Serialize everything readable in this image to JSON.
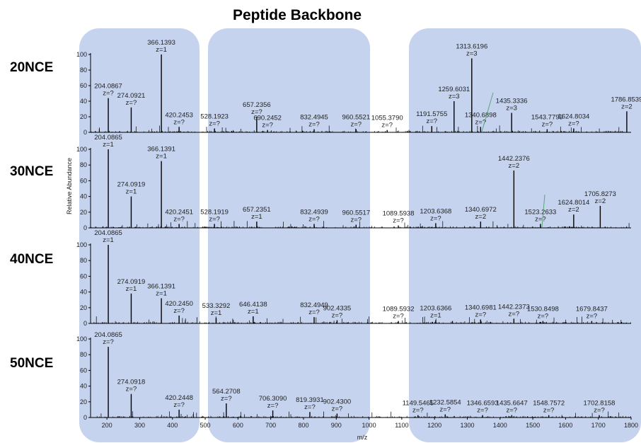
{
  "title": "Peptide Backbone",
  "ylabel": "Relative Abundance",
  "xlabel": "m/z",
  "x_ticks": [
    200,
    300,
    400,
    500,
    600,
    700,
    800,
    900,
    1000,
    1100,
    1200,
    1300,
    1400,
    1500,
    1600,
    1700,
    1800
  ],
  "y_ticks": [
    0,
    20,
    40,
    60,
    80,
    100
  ],
  "colors": {
    "highlight": "#c5d3ee",
    "spectrum": "#000000",
    "leader": "#5aa878"
  },
  "chart_data": [
    {
      "type": "bar",
      "name": "20NCE",
      "xlim": [
        150,
        1800
      ],
      "ylim": [
        0,
        100
      ],
      "peaks": [
        {
          "mz": 204.0867,
          "y": 44,
          "label": "204.0867",
          "z": "z=?"
        },
        {
          "mz": 274.0921,
          "y": 32,
          "label": "274.0921",
          "z": "z=?"
        },
        {
          "mz": 366.1393,
          "y": 100,
          "label": "366.1393",
          "z": "z=1"
        },
        {
          "mz": 420.2453,
          "y": 7,
          "label": "420.2453",
          "z": "z=?"
        },
        {
          "mz": 528.1923,
          "y": 5,
          "label": "528.1923",
          "z": "z=?"
        },
        {
          "mz": 657.2356,
          "y": 20,
          "label": "657.2356",
          "z": "z=?"
        },
        {
          "mz": 690.2452,
          "y": 3,
          "label": "690.2452",
          "z": "z=?"
        },
        {
          "mz": 832.4945,
          "y": 4,
          "label": "832.4945",
          "z": "z=?"
        },
        {
          "mz": 960.5521,
          "y": 4,
          "label": "960.5521",
          "z": "z=?"
        },
        {
          "mz": 1055.379,
          "y": 3,
          "label": "1055.3790",
          "z": "z=?"
        },
        {
          "mz": 1191.5755,
          "y": 8,
          "label": "1191.5755",
          "z": "z=?"
        },
        {
          "mz": 1259.6031,
          "y": 40,
          "label": "1259.6031",
          "z": "z=3"
        },
        {
          "mz": 1313.6196,
          "y": 95,
          "label": "1313.6196",
          "z": "z=3"
        },
        {
          "mz": 1340.6898,
          "y": 7,
          "label": "1340.6898",
          "z": "z=?"
        },
        {
          "mz": 1435.3336,
          "y": 25,
          "label": "1435.3336",
          "z": "z=3"
        },
        {
          "mz": 1543.7799,
          "y": 4,
          "label": "1543.7799",
          "z": "z=?"
        },
        {
          "mz": 1624.8034,
          "y": 5,
          "label": "1624.8034",
          "z": "z=?"
        },
        {
          "mz": 1786.8539,
          "y": 27,
          "label": "1786.8539",
          "z": "z=2"
        }
      ]
    },
    {
      "type": "bar",
      "name": "30NCE",
      "xlim": [
        150,
        1800
      ],
      "ylim": [
        0,
        100
      ],
      "peaks": [
        {
          "mz": 204.0865,
          "y": 100,
          "label": "204.0865",
          "z": "z=1"
        },
        {
          "mz": 274.0919,
          "y": 40,
          "label": "274.0919",
          "z": "z=1"
        },
        {
          "mz": 366.1391,
          "y": 85,
          "label": "366.1391",
          "z": "z=1"
        },
        {
          "mz": 420.2451,
          "y": 5,
          "label": "420.2451",
          "z": "z=?"
        },
        {
          "mz": 528.1919,
          "y": 5,
          "label": "528.1919",
          "z": "z=?"
        },
        {
          "mz": 657.2351,
          "y": 8,
          "label": "657.2351",
          "z": "z=1"
        },
        {
          "mz": 832.4939,
          "y": 5,
          "label": "832.4939",
          "z": "z=?"
        },
        {
          "mz": 960.5517,
          "y": 4,
          "label": "960.5517",
          "z": "z=?"
        },
        {
          "mz": 1089.5938,
          "y": 3,
          "label": "1089.5938",
          "z": "z=?"
        },
        {
          "mz": 1203.6368,
          "y": 6,
          "label": "1203.6368",
          "z": "z=?"
        },
        {
          "mz": 1340.6972,
          "y": 8,
          "label": "1340.6972",
          "z": "z=2"
        },
        {
          "mz": 1442.2376,
          "y": 73,
          "label": "1442.2376",
          "z": "z=2"
        },
        {
          "mz": 1523.2633,
          "y": 5,
          "label": "1523.2633",
          "z": "z=?"
        },
        {
          "mz": 1624.8014,
          "y": 17,
          "label": "1624.8014",
          "z": "z=2"
        },
        {
          "mz": 1705.8273,
          "y": 28,
          "label": "1705.8273",
          "z": "z=2"
        }
      ]
    },
    {
      "type": "bar",
      "name": "40NCE",
      "xlim": [
        150,
        1800
      ],
      "ylim": [
        0,
        100
      ],
      "peaks": [
        {
          "mz": 204.0865,
          "y": 100,
          "label": "204.0865",
          "z": "z=1"
        },
        {
          "mz": 274.0919,
          "y": 38,
          "label": "274.0919",
          "z": "z=1"
        },
        {
          "mz": 366.1391,
          "y": 32,
          "label": "366.1391",
          "z": "z=1"
        },
        {
          "mz": 420.245,
          "y": 10,
          "label": "420.2450",
          "z": "z=?"
        },
        {
          "mz": 533.3292,
          "y": 7,
          "label": "533.3292",
          "z": "z=1"
        },
        {
          "mz": 646.4138,
          "y": 9,
          "label": "646.4138",
          "z": "z=1"
        },
        {
          "mz": 832.4949,
          "y": 8,
          "label": "832.4949",
          "z": "z=?"
        },
        {
          "mz": 902.4335,
          "y": 4,
          "label": "902.4335",
          "z": "z=?"
        },
        {
          "mz": 1089.5932,
          "y": 3,
          "label": "1089.5932",
          "z": "z=?"
        },
        {
          "mz": 1203.6366,
          "y": 4,
          "label": "1203.6366",
          "z": "z=1"
        },
        {
          "mz": 1340.6981,
          "y": 5,
          "label": "1340.6981",
          "z": "z=?"
        },
        {
          "mz": 1442.2373,
          "y": 6,
          "label": "1442.2373",
          "z": "z=?"
        },
        {
          "mz": 1530.8498,
          "y": 3,
          "label": "1530.8498",
          "z": "z=?"
        },
        {
          "mz": 1679.8437,
          "y": 3,
          "label": "1679.8437",
          "z": "z=?"
        }
      ]
    },
    {
      "type": "bar",
      "name": "50NCE",
      "xlim": [
        150,
        1800
      ],
      "ylim": [
        0,
        100
      ],
      "peaks": [
        {
          "mz": 204.0865,
          "y": 90,
          "label": "204.0865",
          "z": "z=?"
        },
        {
          "mz": 274.0918,
          "y": 30,
          "label": "274.0918",
          "z": "z=?"
        },
        {
          "mz": 420.2448,
          "y": 10,
          "label": "420.2448",
          "z": "z=?"
        },
        {
          "mz": 564.2708,
          "y": 18,
          "label": "564.2708",
          "z": "z=?"
        },
        {
          "mz": 706.309,
          "y": 9,
          "label": "706.3090",
          "z": "z=?"
        },
        {
          "mz": 819.3931,
          "y": 7,
          "label": "819.3931",
          "z": "z=?"
        },
        {
          "mz": 902.43,
          "y": 5,
          "label": "902.4300",
          "z": "z=?"
        },
        {
          "mz": 1149.5465,
          "y": 3,
          "label": "1149.5465",
          "z": "z=?"
        },
        {
          "mz": 1232.5854,
          "y": 4,
          "label": "1232.5854",
          "z": "z=?"
        },
        {
          "mz": 1346.6593,
          "y": 3,
          "label": "1346.6593",
          "z": "z=?"
        },
        {
          "mz": 1435.6647,
          "y": 3,
          "label": "1435.6647",
          "z": "z=?"
        },
        {
          "mz": 1548.7572,
          "y": 3,
          "label": "1548.7572",
          "z": "z=?"
        },
        {
          "mz": 1702.8158,
          "y": 3,
          "label": "1702.8158",
          "z": "z=?"
        }
      ]
    }
  ]
}
